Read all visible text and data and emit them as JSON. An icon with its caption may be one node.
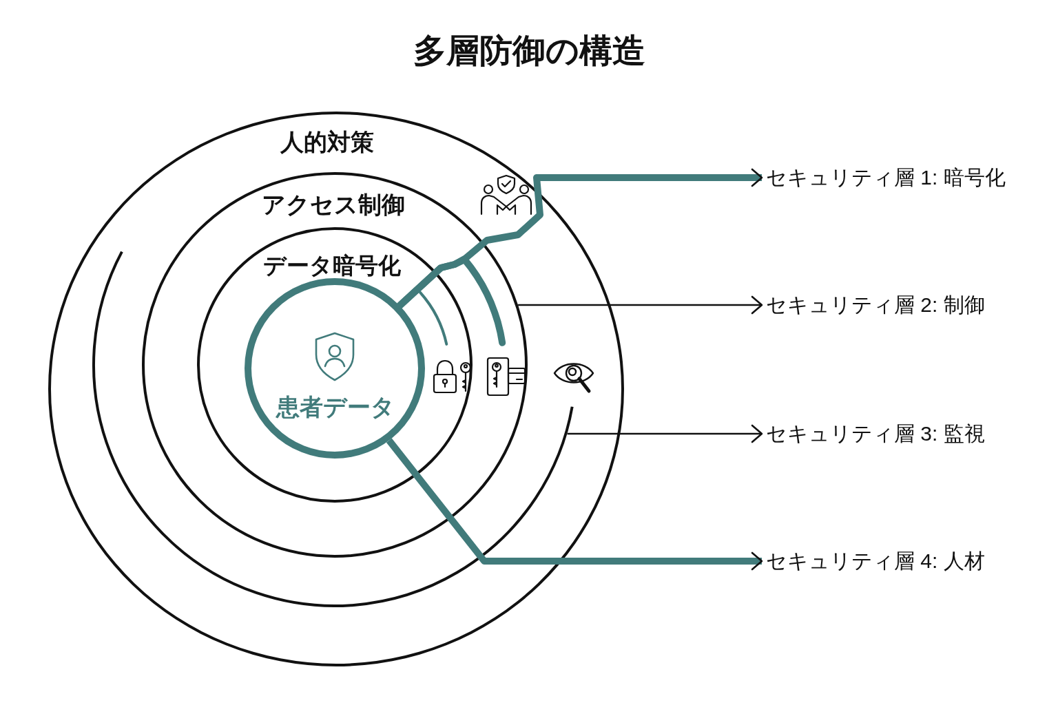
{
  "diagram": {
    "title": "多層防御の構造",
    "nodes": [
      {
        "text": [
          "人的対策"
        ]
      },
      {
        "text": [],
        "shape": "arc",
        "in": 0
      },
      {
        "text": [
          "アクセス制御"
        ],
        "in": 1
      },
      {
        "text": [
          "データ暗号化"
        ],
        "in": 2
      },
      {
        "text": [
          "患者データ"
        ],
        "in": 3
      },
      {
        "text": [
          "セキュリティ層 1: 暗号化"
        ]
      },
      {
        "text": [
          "セキュリティ層 2: 制御"
        ]
      },
      {
        "text": [
          "セキュリティ層 3: 監視"
        ]
      },
      {
        "text": [
          "セキュリティ層 4: 人材"
        ]
      }
    ],
    "edges": [
      {
        "from": 4,
        "to": 5,
        "arrow": "to"
      },
      {
        "from": 2,
        "to": 6,
        "arrow": "to",
        "color": "#111111"
      },
      {
        "from": 1,
        "to": 7,
        "arrow": "to",
        "color": "#111111"
      },
      {
        "from": 4,
        "to": 8,
        "arrow": "to"
      },
      {
        "from": 4,
        "to": null,
        "arrow": "none"
      }
    ]
  }
}
